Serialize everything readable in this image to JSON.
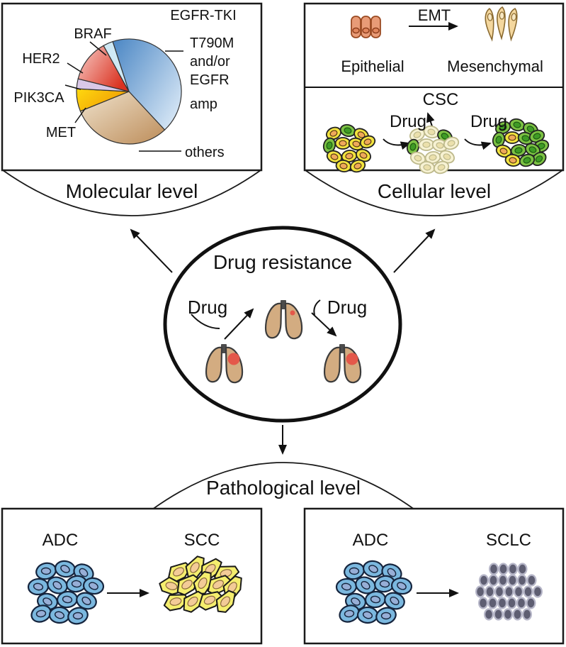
{
  "center": {
    "title": "Drug resistance",
    "drug_left": "Drug",
    "drug_right": "Drug"
  },
  "molecular": {
    "title": "Molecular level",
    "pie_title": "EGFR-TKI",
    "labels": {
      "braf": "BRAF",
      "her2": "HER2",
      "pik3ca": "PIK3CA",
      "met": "MET",
      "t790m_line1": "T790M",
      "t790m_line2": "and/or",
      "t790m_line3": "EGFR",
      "t790m_line4": "amp",
      "others": "others"
    }
  },
  "cellular": {
    "title": "Cellular level",
    "emt": "EMT",
    "epithelial": "Epithelial",
    "mesenchymal": "Mesenchymal",
    "csc": "CSC",
    "drug_left": "Drug",
    "drug_right": "Drug"
  },
  "pathological": {
    "title": "Pathological level",
    "left_from": "ADC",
    "left_to": "SCC",
    "right_from": "ADC",
    "right_to": "SCLC"
  },
  "chart_data": {
    "type": "pie",
    "title": "EGFR-TKI",
    "slices": [
      {
        "label": "T790M and/or EGFR amp",
        "value": 43,
        "color": "#5b94cc"
      },
      {
        "label": "others",
        "value": 31,
        "color": "#c79e6b"
      },
      {
        "label": "MET",
        "value": 7,
        "color": "#f8b606"
      },
      {
        "label": "PIK3CA",
        "value": 3,
        "color": "#d9c8e8"
      },
      {
        "label": "HER2",
        "value": 13,
        "color": "#e66b52"
      },
      {
        "label": "BRAF",
        "value": 3,
        "color": "#cfe9f5"
      }
    ],
    "legend_position": "labels around pie with leader lines",
    "values_are": "percent, estimated from slice angles"
  },
  "colors": {
    "adc_cell": "#7bb8df",
    "scc_cell": "#f5ee6e",
    "sclc_cell": "#5e5e72",
    "resistant_cell_green": "#7cc243",
    "sensitive_cell_yellow": "#f2e33e",
    "dying_cell_pale": "#f7f2d3",
    "lung": "#d3ac81",
    "tumor": "#e4584a",
    "epithelial_cell": "#e89b77",
    "mesenchymal_cell": "#f4d79e"
  }
}
